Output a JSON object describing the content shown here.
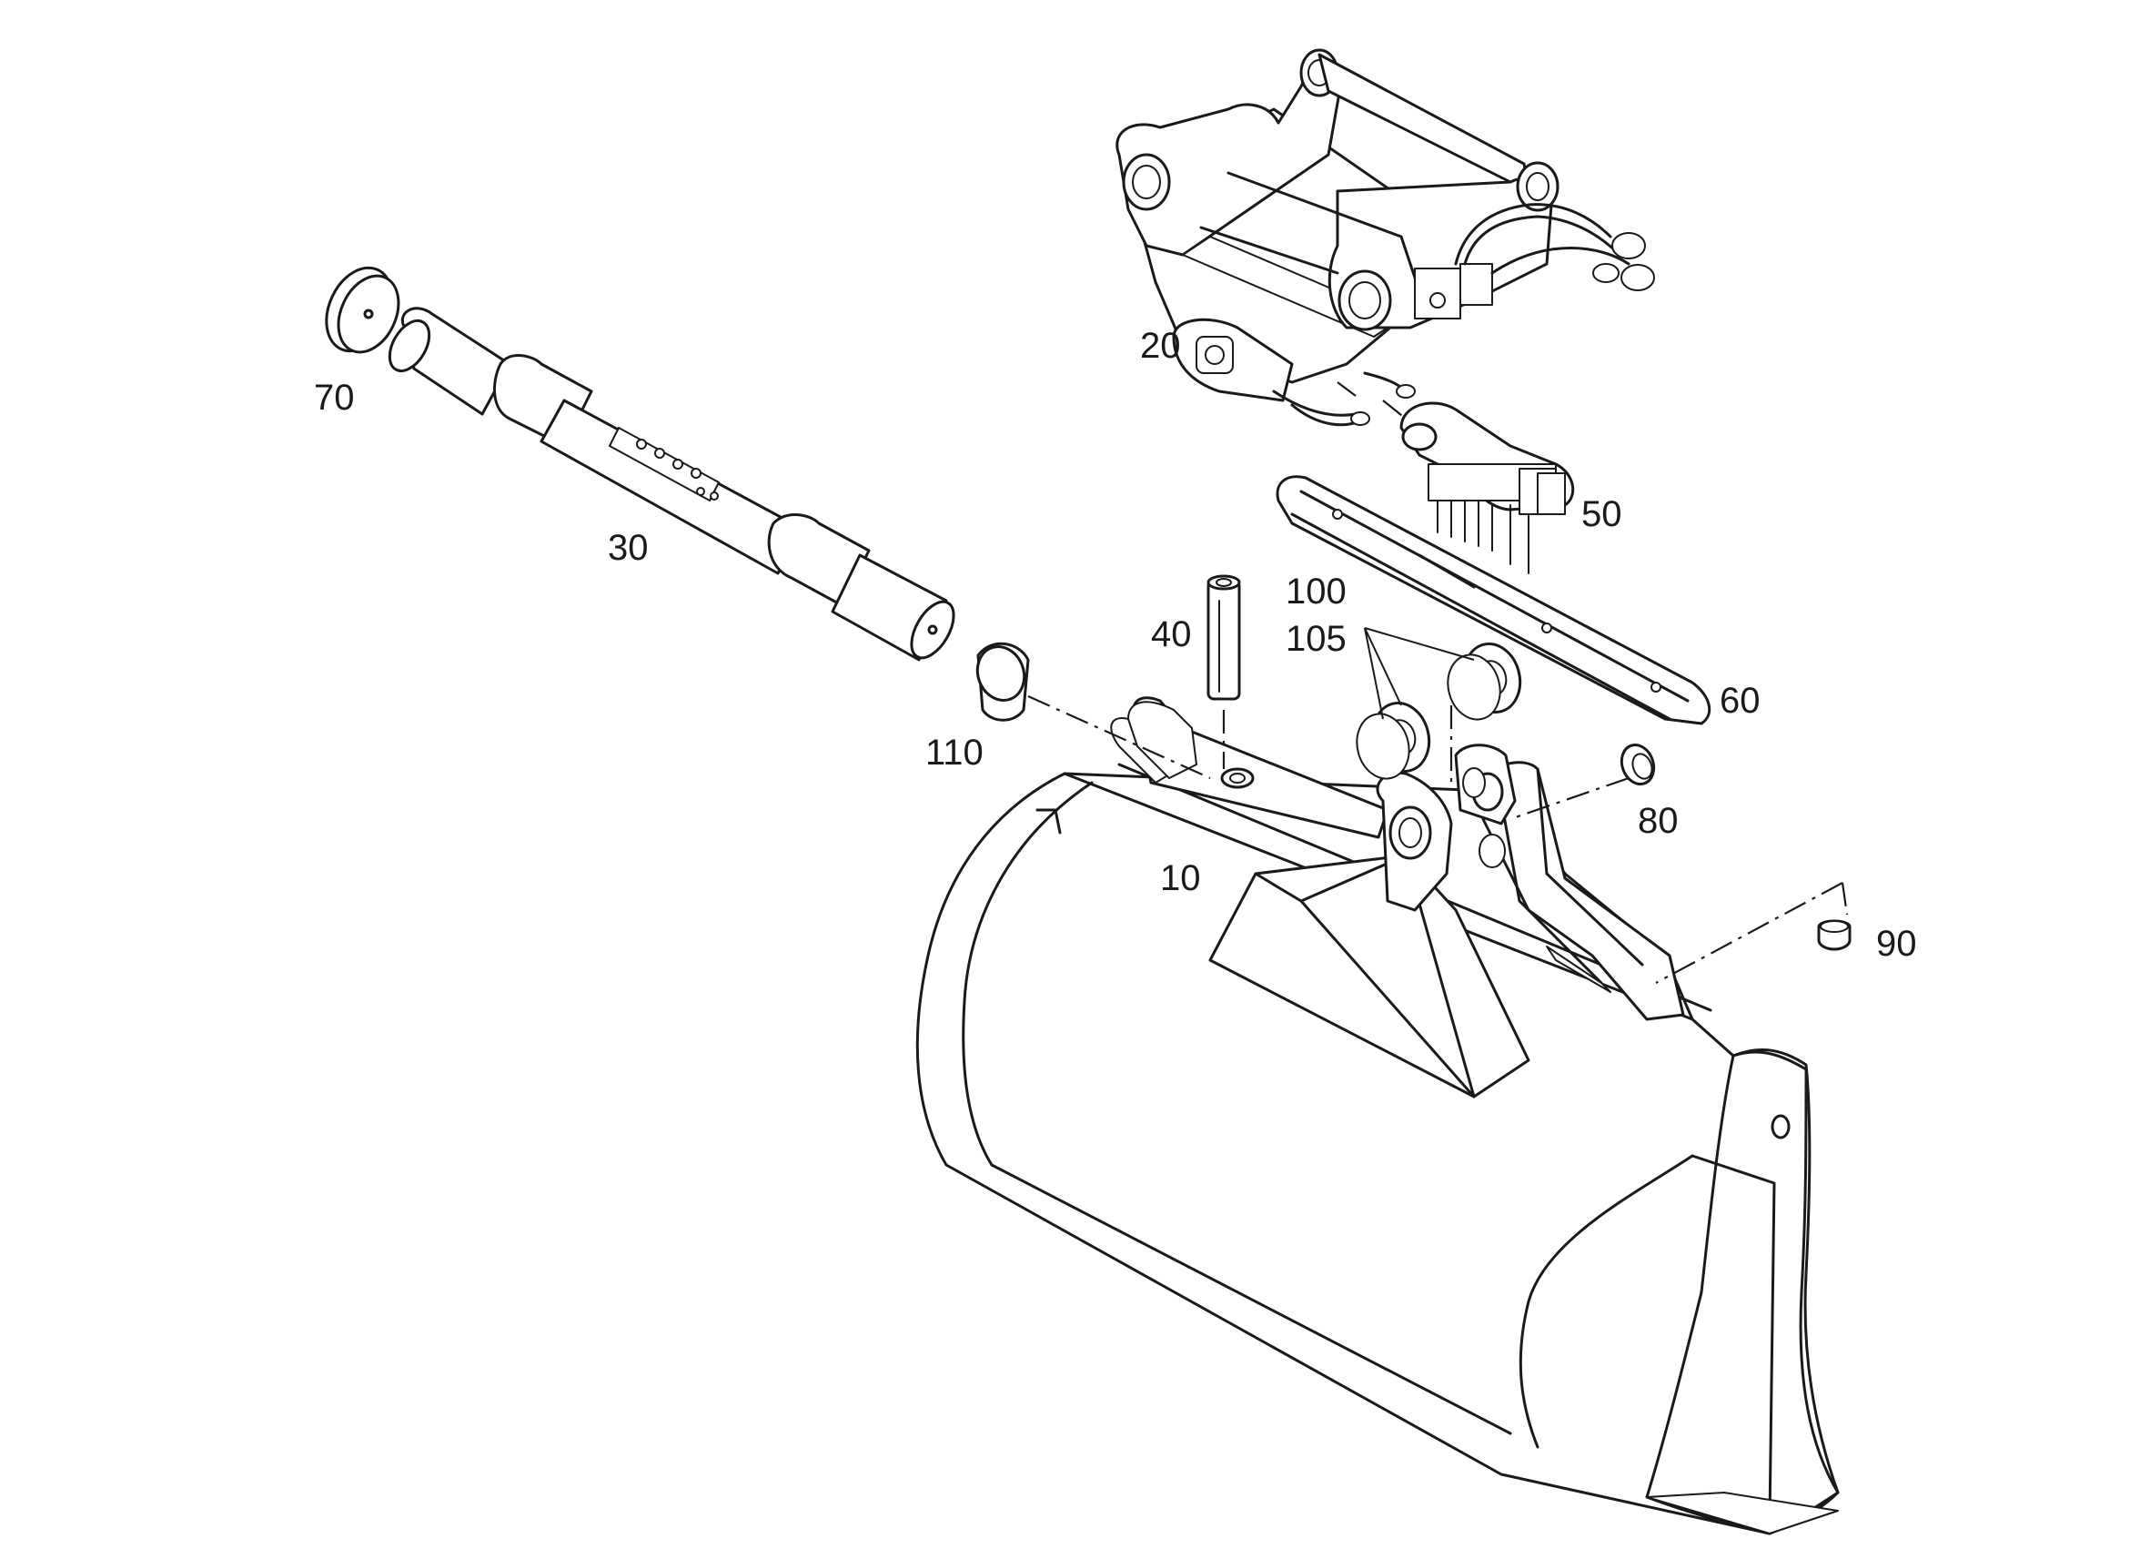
{
  "callouts": {
    "c10": "10",
    "c20": "20",
    "c30": "30",
    "c40": "40",
    "c50": "50",
    "c60": "60",
    "c70": "70",
    "c80": "80",
    "c90": "90",
    "c100": "100",
    "c105": "105",
    "c110": "110"
  },
  "colors": {
    "ink": "#1a1a1a",
    "paper": "#ffffff"
  }
}
